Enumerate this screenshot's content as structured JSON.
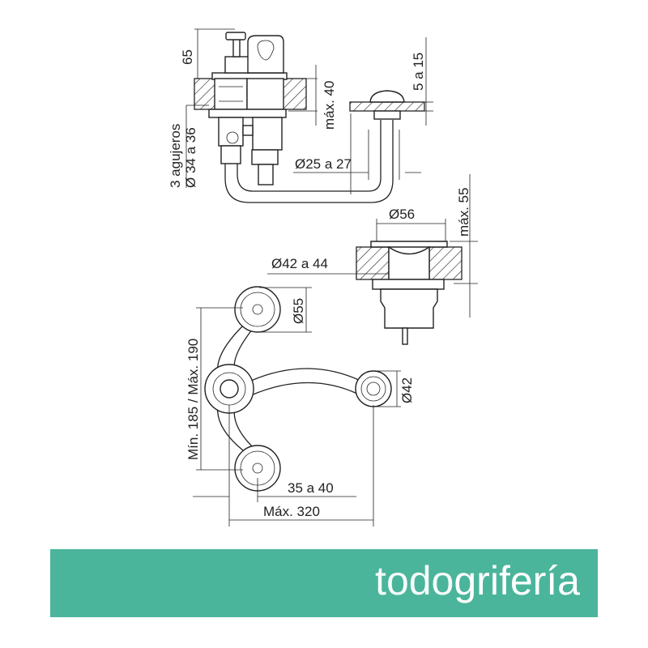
{
  "dimensions": {
    "height_65": "65",
    "max_40": "máx. 40",
    "range_5_15": "5 a 15",
    "holes_line1": "3 agujeros",
    "holes_line2": "Ø 34 a 36",
    "pipe_diameter": "Ø25 a 27",
    "max_55": "máx. 55",
    "drain_diameter": "Ø56",
    "drain_hole": "Ø42 a 44",
    "handle_diameter": "Ø55",
    "spout_center": "Mín. 185 / Máx. 190",
    "drain_small": "Ø42",
    "offset": "35 a 40",
    "max_width": "Máx. 320"
  },
  "brand": {
    "part1": "todo",
    "part2": "grifería",
    "color": "#4bb59b"
  }
}
